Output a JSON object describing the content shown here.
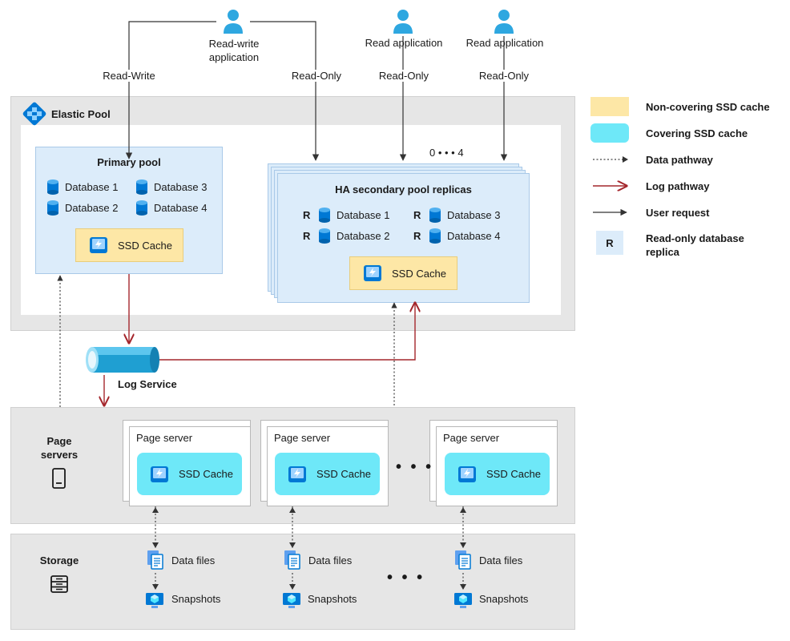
{
  "users": {
    "rw_app": "Read-write\napplication",
    "read_app_1": "Read application",
    "read_app_2": "Read application"
  },
  "edge_labels": {
    "read_write": "Read-Write",
    "read_only_1": "Read-Only",
    "read_only_2": "Read-Only",
    "read_only_3": "Read-Only"
  },
  "elastic_pool": {
    "title": "Elastic Pool",
    "primary": {
      "title": "Primary pool",
      "databases": [
        "Database 1",
        "Database 3",
        "Database 2",
        "Database 4"
      ],
      "cache": "SSD Cache"
    },
    "secondary": {
      "title": "HA secondary pool replicas",
      "replica_range": "0 • • • 4",
      "replica_tag": "R",
      "databases": [
        "Database 1",
        "Database 3",
        "Database 2",
        "Database 4"
      ],
      "cache": "SSD Cache"
    }
  },
  "log_service": "Log Service",
  "page_servers": {
    "title": "Page\nservers",
    "servers": [
      {
        "label": "Page server",
        "cache": "SSD Cache"
      },
      {
        "label": "Page server",
        "cache": "SSD Cache"
      },
      {
        "label": "Page server",
        "cache": "SSD Cache"
      }
    ],
    "ellipsis": "• • •"
  },
  "storage": {
    "title": "Storage",
    "columns": [
      {
        "data": "Data files",
        "snap": "Snapshots"
      },
      {
        "data": "Data files",
        "snap": "Snapshots"
      },
      {
        "data": "Data files",
        "snap": "Snapshots"
      }
    ],
    "ellipsis": "• • •"
  },
  "legend": {
    "non_covering": "Non-covering SSD cache",
    "covering": "Covering SSD cache",
    "data_path": "Data pathway",
    "log_path": "Log pathway",
    "user_request": "User request",
    "replica_tag": "R",
    "replica": "Read-only database\nreplica"
  },
  "colors": {
    "log_red": "#a4262c",
    "azure_blue": "#0078d4",
    "non_covering": "#fde7a6",
    "covering": "#6ee8f8",
    "band_gray": "#e6e6e6",
    "pool_blue": "#dcecfa"
  }
}
